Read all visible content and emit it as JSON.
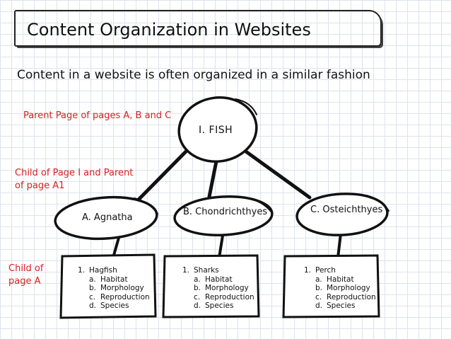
{
  "title": "Content Organization in Websites",
  "subtitle": "Content in a website is often organized in a similar fashion",
  "notes": {
    "parent": "Parent Page of pages A, B and C",
    "child_parent_line1": "Child of Page I and Parent",
    "child_parent_line2": "of page A1",
    "child_line1": "Child of",
    "child_line2": "page A"
  },
  "colors": {
    "note": "#d62020",
    "ink": "#111111",
    "grid": "#dde3ec"
  },
  "root": {
    "label": "I. FISH"
  },
  "branches": [
    {
      "label": "A. Agnatha",
      "item": "Hagfish",
      "subitems": [
        "Habitat",
        "Morphology",
        "Reproduction",
        "Species"
      ]
    },
    {
      "label": "B. Chondrichthyes",
      "item": "Sharks",
      "subitems": [
        "Habitat",
        "Morphology",
        "Reproduction",
        "Species"
      ]
    },
    {
      "label": "C. Osteichthyes",
      "item": "Perch",
      "subitems": [
        "Habitat",
        "Morphology",
        "Reproduction",
        "Species"
      ]
    }
  ],
  "markers": {
    "item_number": "1.",
    "sub_letters": [
      "a.",
      "b.",
      "c.",
      "d."
    ]
  }
}
